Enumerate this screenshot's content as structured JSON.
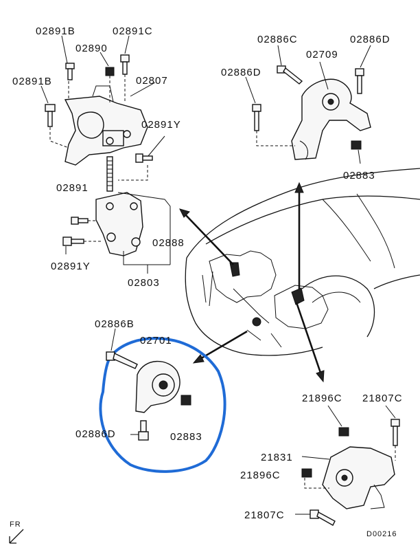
{
  "labels": {
    "p02891b_a": "02891B",
    "p02891c": "02891C",
    "p02890": "02890",
    "p02891b_b": "02891B",
    "p02807": "02807",
    "p02891y_a": "02891Y",
    "p02891": "02891",
    "p02888": "02888",
    "p02891y_b": "02891Y",
    "p02803": "02803",
    "p02886c": "02886C",
    "p02709": "02709",
    "p02886d_a": "02886D",
    "p02886d_b": "02886D",
    "p02883_a": "02883",
    "p02886b": "02886B",
    "p02701": "02701",
    "p02886d_c": "02886D",
    "p02883_b": "02883",
    "p21896c_a": "21896C",
    "p21807c_a": "21807C",
    "p21831": "21831",
    "p21896c_b": "21896C",
    "p21807c_b": "21807C",
    "fr": "FR",
    "ref": "D00216"
  },
  "colors": {
    "highlight": "#1f6bd6",
    "ink": "#111111"
  }
}
